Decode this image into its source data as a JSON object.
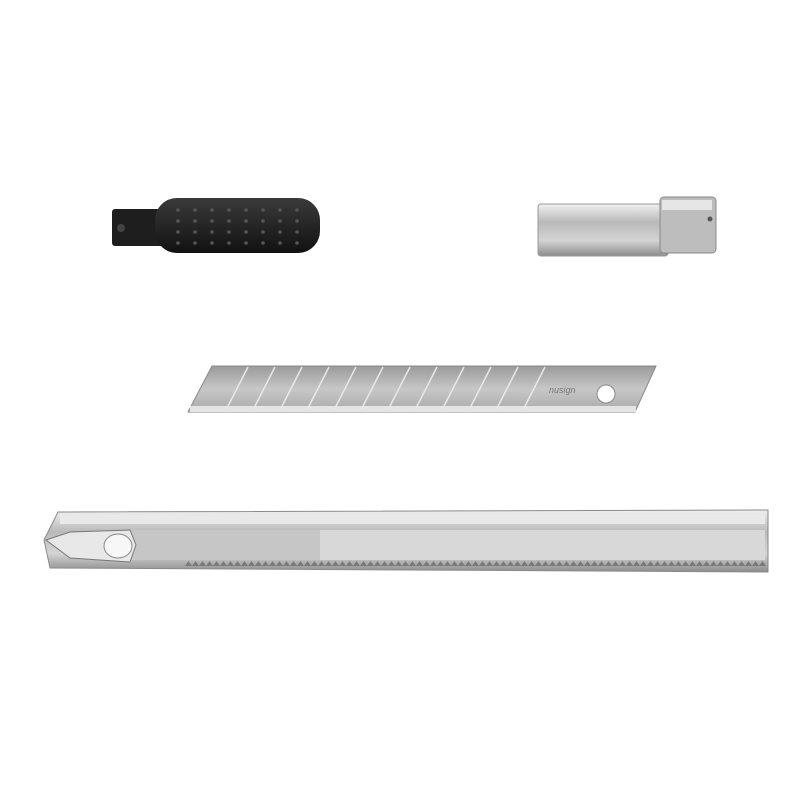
{
  "scene": {
    "description_items": [
      "black-slider-button",
      "metal-clip",
      "snap-off-blade",
      "knife-body-rail"
    ],
    "colors": {
      "background": "#ffffff",
      "black_plastic": "#1c1c1c",
      "steel_light": "#d8d8d8",
      "steel_mid": "#a9a9a9",
      "steel_dark": "#6e6e6e"
    }
  }
}
